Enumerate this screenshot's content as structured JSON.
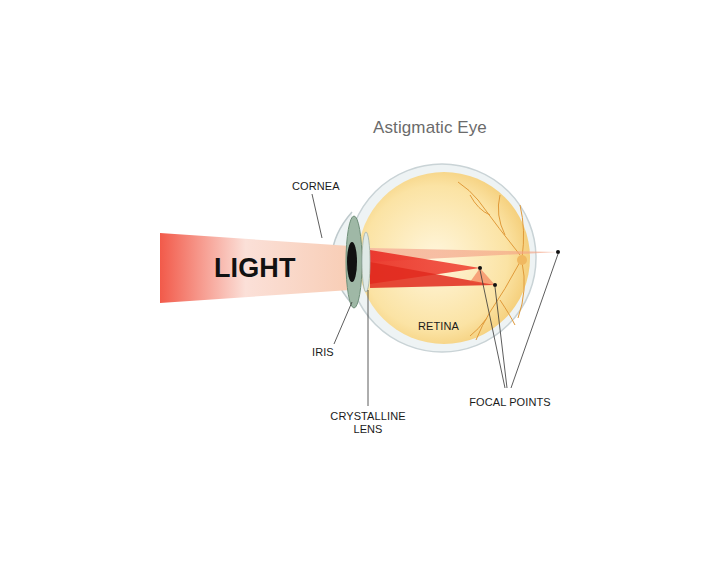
{
  "diagram": {
    "title": "Astigmatic Eye",
    "labels": [
      "CORNEA",
      "LIGHT",
      "IRIS",
      "RETINA",
      "CRYSTALLINE LENS",
      "FOCAL POINTS"
    ]
  }
}
